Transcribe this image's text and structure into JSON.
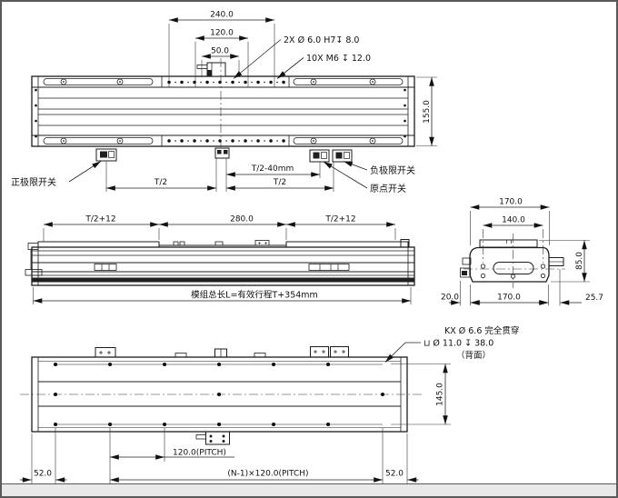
{
  "colors": {
    "line": "#1c1c1c",
    "background": "#ffffff",
    "margin_gray": "#e9e9e9"
  },
  "views": {
    "top": {
      "dim_240": "240.0",
      "dim_120": "120.0",
      "dim_50": "50.0",
      "dim_155": "155.0",
      "hole_note_pins": "2X Ø 6.0 H7↧ 8.0",
      "hole_note_threads": "10X M6 ↧ 12.0",
      "switch_pos": "正极限开关",
      "switch_neg": "负极限开关",
      "switch_origin": "原点开关",
      "dim_t2_left": "T/2",
      "dim_t2_minus40": "T/2-40mm",
      "dim_t2_right": "T/2"
    },
    "front": {
      "dim_t2p12_left": "T/2+12",
      "dim_280": "280.0",
      "dim_t2p12_right": "T/2+12",
      "total_length": "模组总长L=有效行程T+354mm"
    },
    "side": {
      "dim_170_top": "170.0",
      "dim_140": "140.0",
      "dim_85": "85.0",
      "dim_20": "20.0",
      "dim_170_bottom": "170.0",
      "dim_25_7": "25.7"
    },
    "bottom": {
      "hole_note_1": "KX Ø 6.6 完全贯穿",
      "hole_note_2": "⊔ Ø 11.0 ↧ 38.0",
      "hole_note_3": "（背面）",
      "dim_145": "145.0",
      "dim_52_left": "52.0",
      "dim_pitch": "120.0(PITCH)",
      "dim_pitch_total": "(N-1)×120.0(PITCH)",
      "dim_52_right": "52.0"
    }
  }
}
